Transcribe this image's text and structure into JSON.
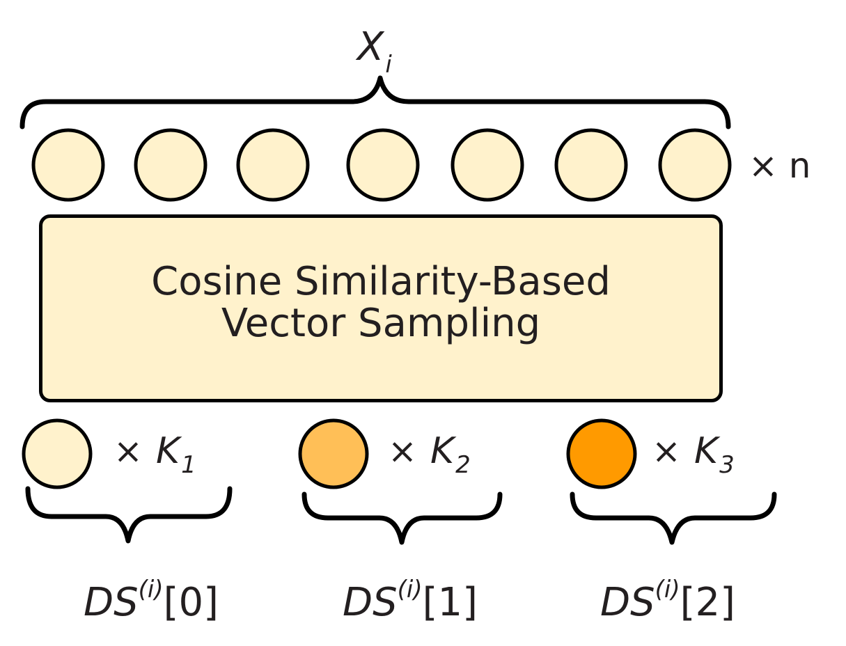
{
  "top": {
    "brace_label": "X",
    "brace_label_sub": "i",
    "multiplier": "× n",
    "node_fill": "#fff2cc",
    "node_count": 7
  },
  "process_box": {
    "line1": "Cosine Similarity-Based",
    "line2": "Vector Sampling",
    "fill": "#fff2cc"
  },
  "outputs": [
    {
      "multiplier": "×",
      "k": "K",
      "k_sub": "1",
      "fill": "#fff2cc",
      "ds": "DS",
      "ds_sup": "(i)",
      "ds_index": "[0]"
    },
    {
      "multiplier": "×",
      "k": "K",
      "k_sub": "2",
      "fill": "#ffbf57",
      "ds": "DS",
      "ds_sup": "(i)",
      "ds_index": "[1]"
    },
    {
      "multiplier": "×",
      "k": "K",
      "k_sub": "3",
      "fill": "#ff9a00",
      "ds": "DS",
      "ds_sup": "(i)",
      "ds_index": "[2]"
    }
  ]
}
